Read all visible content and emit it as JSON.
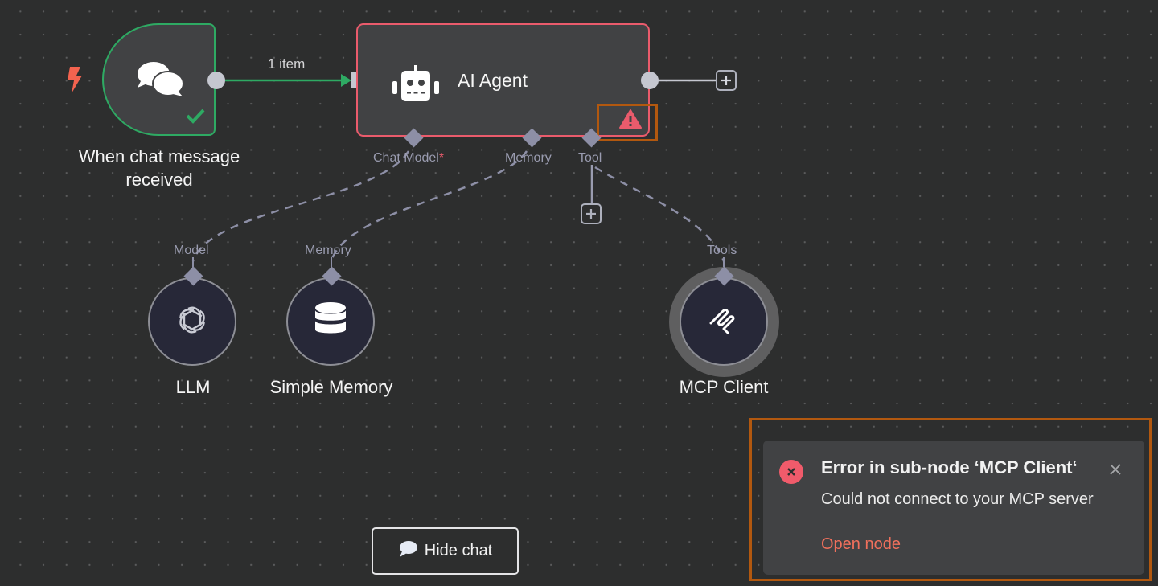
{
  "canvas": {
    "background": "#2d2e2e"
  },
  "colors": {
    "success": "#2eaa63",
    "error": "#ea5b6c",
    "highlight": "#b2580f",
    "link": "#f0705c",
    "trigger_bolt": "#f3634f"
  },
  "nodes": {
    "trigger": {
      "label": "When chat message received",
      "icon": "chat-bubbles-icon",
      "status": "success"
    },
    "agent": {
      "label": "AI Agent",
      "icon": "robot-icon",
      "status": "error"
    },
    "llm": {
      "label": "LLM",
      "icon": "openai-icon"
    },
    "memory": {
      "label": "Simple Memory",
      "icon": "database-icon"
    },
    "mcp": {
      "label": "MCP Client",
      "icon": "mcp-icon",
      "status": "error"
    }
  },
  "connection": {
    "label": "1 item"
  },
  "agent_ports": {
    "chat_model": "Chat Model",
    "chat_model_required": "*",
    "memory": "Memory",
    "tool": "Tool"
  },
  "sub_ports": {
    "llm": "Model",
    "memory": "Memory",
    "mcp": "Tools"
  },
  "toast": {
    "title": "Error in sub-node ‘MCP Client‘",
    "message": "Could not connect to your MCP server",
    "link": "Open node",
    "close_icon": "close-icon",
    "type_icon": "error-icon"
  },
  "chat_button": {
    "label": "Hide chat",
    "icon": "chat-icon"
  }
}
